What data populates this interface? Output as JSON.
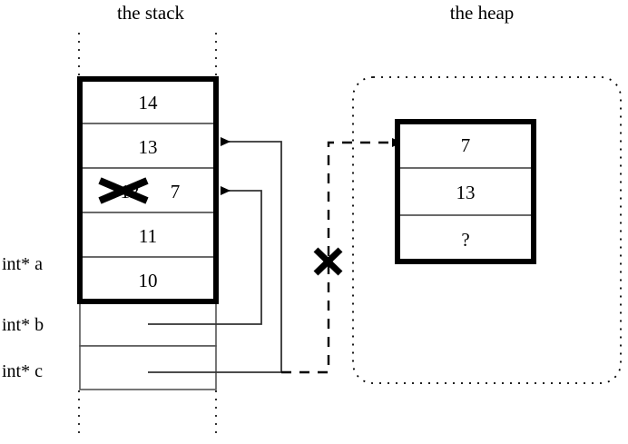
{
  "diagram": {
    "title_stack": "the stack",
    "title_heap": "the heap",
    "colors": {
      "ink": "#000000",
      "background": "#ffffff",
      "cell_rule": "#555555"
    }
  },
  "stack": {
    "label": "the stack",
    "active_frame": {
      "cells": [
        {
          "value": "14",
          "struck": false,
          "note": ""
        },
        {
          "value": "13",
          "struck": false,
          "note": ""
        },
        {
          "value": "12",
          "struck": true,
          "note": "7"
        },
        {
          "value": "11",
          "struck": false,
          "note": ""
        },
        {
          "value": "10",
          "struck": false,
          "note": ""
        }
      ]
    },
    "pointer_cells": [
      {
        "name": "int* a",
        "value": ""
      },
      {
        "name": "int* b",
        "value": ""
      },
      {
        "name": "int* c",
        "value": ""
      }
    ]
  },
  "heap": {
    "label": "the heap",
    "block": {
      "cells": [
        {
          "value": "7"
        },
        {
          "value": "13"
        },
        {
          "value": "?"
        }
      ]
    }
  },
  "annotations": {
    "struck_value_mark": "x-cross-strikethrough",
    "replacement_value": "7",
    "invalid_pointer_mark": "x-cross",
    "invalid_pointer_target": "int* c",
    "arrows": [
      {
        "from": "int* b",
        "to": "stack-cell-12",
        "style": "solid"
      },
      {
        "from": "int* a",
        "to": "stack-cell-13",
        "style": "solid"
      },
      {
        "from": "int* c",
        "to": "heap-cell-7",
        "style": "dashed",
        "invalidated": true
      }
    ]
  }
}
